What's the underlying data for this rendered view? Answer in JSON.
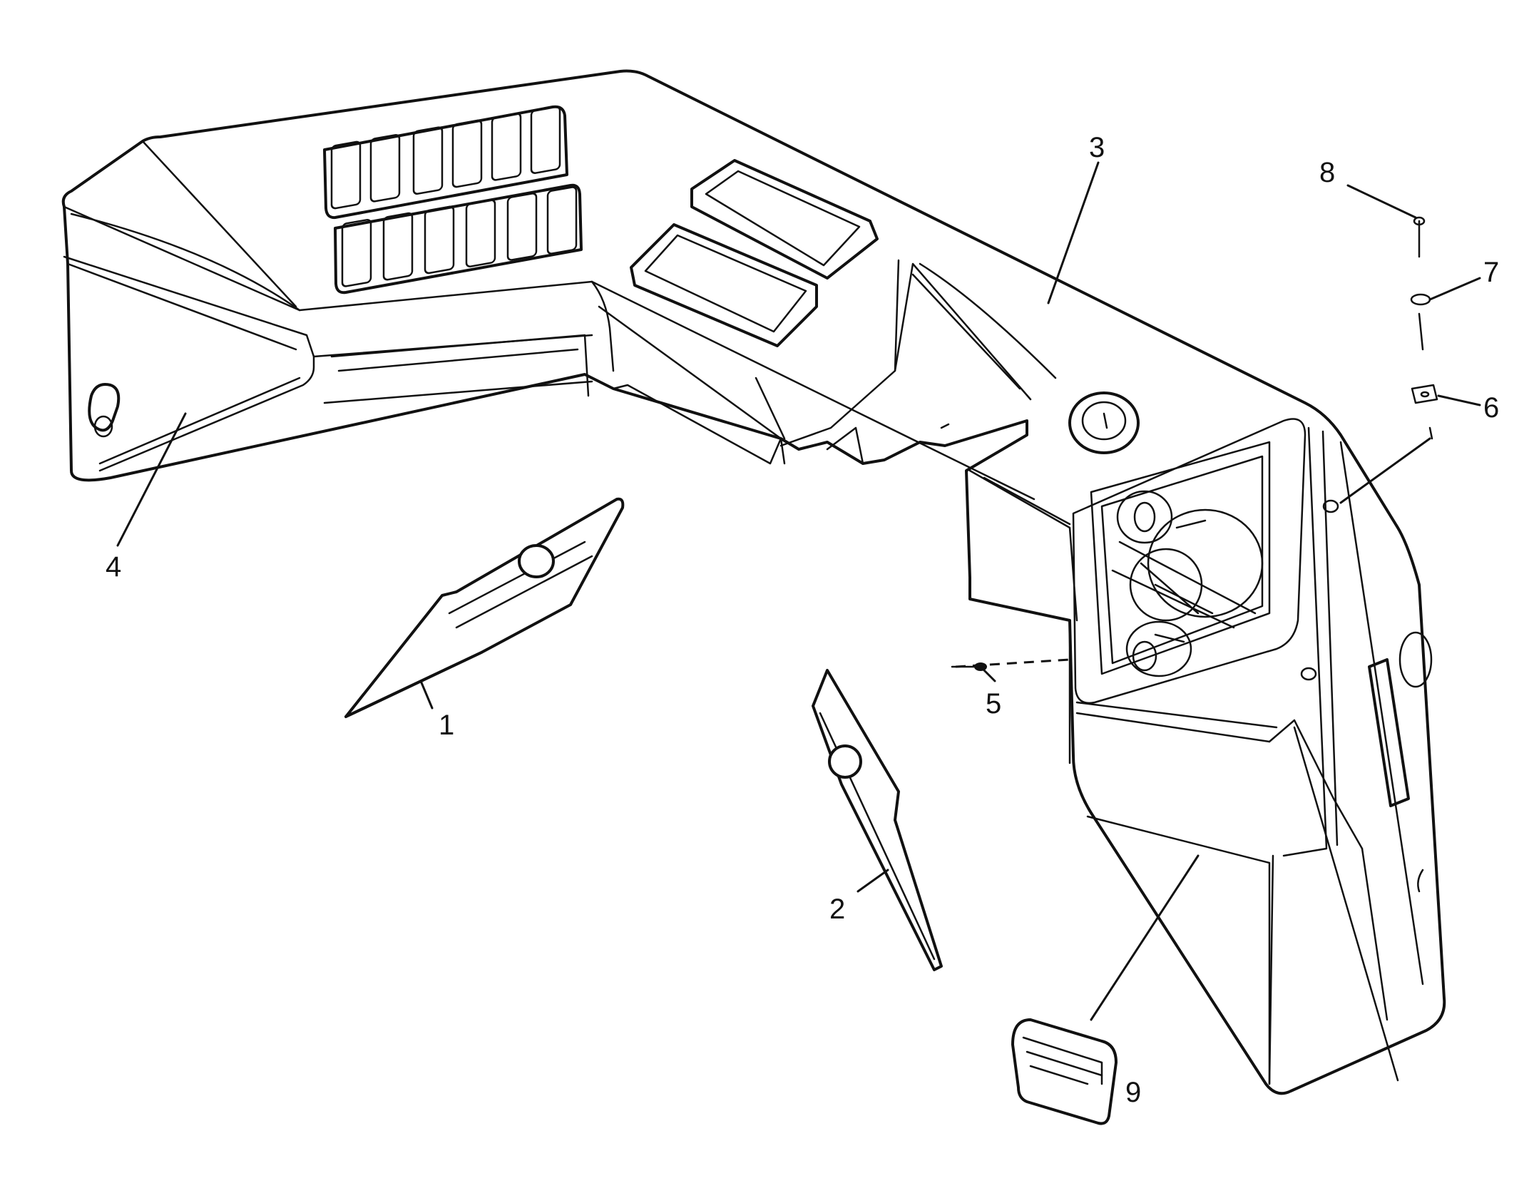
{
  "diagram": {
    "callouts": [
      {
        "id": "1",
        "label": "1"
      },
      {
        "id": "2",
        "label": "2"
      },
      {
        "id": "3",
        "label": "3"
      },
      {
        "id": "4",
        "label": "4"
      },
      {
        "id": "5",
        "label": "5"
      },
      {
        "id": "6",
        "label": "6"
      },
      {
        "id": "7",
        "label": "7"
      },
      {
        "id": "8",
        "label": "8"
      },
      {
        "id": "9",
        "label": "9"
      }
    ]
  }
}
